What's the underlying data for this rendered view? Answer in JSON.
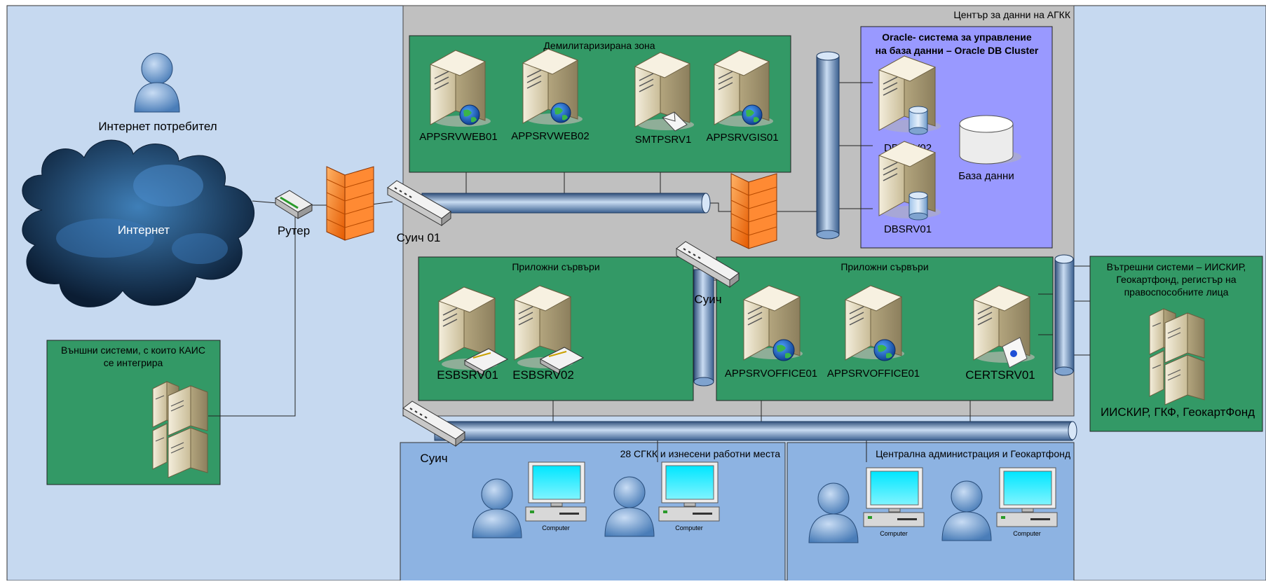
{
  "internet_user": {
    "label": "Интернет потребител"
  },
  "internet": {
    "label": "Интернет"
  },
  "router": {
    "label": "Рутер"
  },
  "switch01": {
    "label": "Суич 01"
  },
  "switch_mid": {
    "label": "Суич"
  },
  "switch_bottom": {
    "label": "Суич"
  },
  "datacenter": {
    "title": "Център за данни на АГКК"
  },
  "dmz": {
    "title": "Демилитаризирана зона",
    "servers": [
      "APPSRVWEB01",
      "APPSRVWEB02",
      "SMTPSRV1",
      "APPSRVGIS01"
    ]
  },
  "oracle": {
    "title_line1": "Oracle- система за  управление",
    "title_line2": "на база данни – Oracle DB Cluster",
    "db1": "DBSRV02",
    "db2": "DBSRV01",
    "database": "База данни"
  },
  "app_left": {
    "title": "Приложни сървъри",
    "servers": [
      "ESBSRV01",
      "ESBSRV02"
    ]
  },
  "app_right": {
    "title": "Приложни сървъри",
    "servers": [
      "APPSRVOFFICE01",
      "APPSRVOFFICE01",
      "CERTSRV01"
    ]
  },
  "external": {
    "title_line1": "Външни системи, с които КАИС",
    "title_line2": "се интегрира"
  },
  "internal": {
    "title_line1": "Вътрешни системи – ИИСКИР,",
    "title_line2": "Геокартфонд, регистър на",
    "title_line3": "правоспособните лица",
    "label": "ИИСКИР, ГКФ, ГеокартФонд"
  },
  "sgkk": {
    "title": "28 СГКК и изнесени работни места",
    "computer_label": "Computer"
  },
  "central": {
    "title": "Централна администрация и Геокартфонд",
    "computer_label": "Computer"
  },
  "colors": {
    "background": "#c6d9f0",
    "datacenter": "#c0c0c0",
    "zone": "#339966",
    "oracle": "#9999ff",
    "offices": "#8db3e2"
  }
}
